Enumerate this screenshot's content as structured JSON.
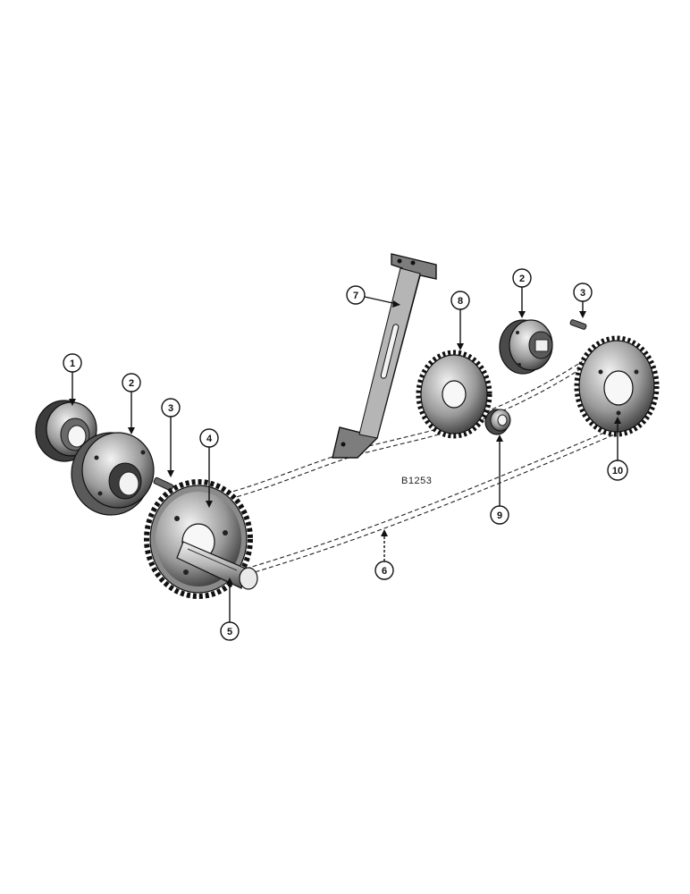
{
  "figure_code": "B1253",
  "callouts": {
    "c1": "1",
    "c2a": "2",
    "c2b": "2",
    "c3a": "3",
    "c3b": "3",
    "c4": "4",
    "c5": "5",
    "c6": "6",
    "c7": "7",
    "c8": "8",
    "c9": "9",
    "c10": "10"
  }
}
